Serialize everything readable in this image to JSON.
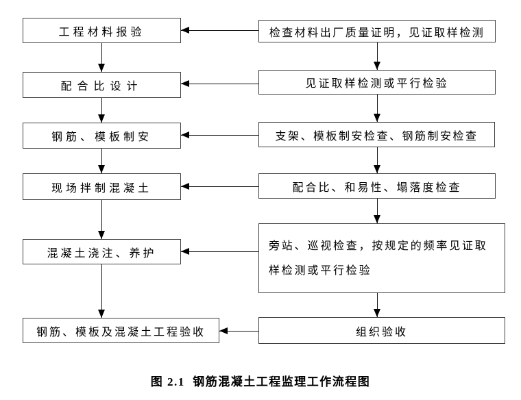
{
  "figure": {
    "caption": "图 2.1  钢筋混凝土工程监理工作流程图"
  },
  "flowchart": {
    "left_nodes": [
      {
        "label": "工程材料报验"
      },
      {
        "label": "配合比设计"
      },
      {
        "label": "钢筋、模板制安"
      },
      {
        "label": "现场拌制混凝土"
      },
      {
        "label": "混凝土浇注、养护"
      },
      {
        "label": "钢筋、模板及混凝土工程验收"
      }
    ],
    "right_nodes": [
      {
        "label": "检查材料出厂质量证明，见证取样检测"
      },
      {
        "label": "见证取样检测或平行检验"
      },
      {
        "label": "支架、模板制安检查、钢筋制安检查"
      },
      {
        "label": "配合比、和易性、塌落度检查"
      },
      {
        "label": "旁站、巡视检查，按规定的频率见证取样检测或平行检验"
      },
      {
        "label": "组织验收"
      }
    ],
    "colors": {
      "background": "#ffffff",
      "box_border": "#3f3f3f",
      "line": "#111111",
      "text": "#000000"
    }
  }
}
